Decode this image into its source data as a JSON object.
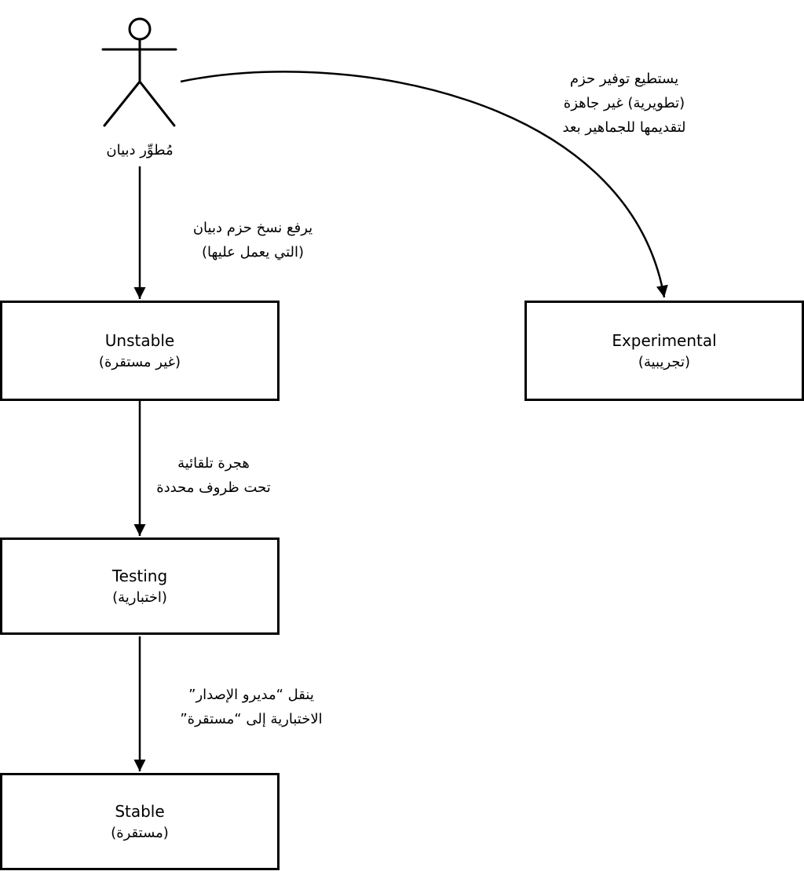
{
  "actor": {
    "label": "مُطوِّر دبيان"
  },
  "nodes": {
    "unstable": {
      "title": "Unstable",
      "subtitle": "(غير مستقرة)"
    },
    "testing": {
      "title": "Testing",
      "subtitle": "(اختبارية)"
    },
    "stable": {
      "title": "Stable",
      "subtitle": "(مستقرة)"
    },
    "experimental": {
      "title": "Experimental",
      "subtitle": "(تجريبية)"
    }
  },
  "edges": {
    "upload": {
      "lines": [
        "يرفع نسخ حزم دبيان",
        "(التي يعمل عليها)"
      ]
    },
    "experimental": {
      "lines": [
        "يستطيع توفير حزم",
        "(تطويرية) غير جاهزة",
        "لتقديمها للجماهير بعد"
      ]
    },
    "migration": {
      "lines": [
        "هجرة تلقائية",
        "تحت ظروف محددة"
      ]
    },
    "release": {
      "lines": [
        "ينقل “مديرو الإصدار”",
        "الاختبارية إلى “مستقرة”"
      ]
    }
  },
  "colors": {
    "stroke": "#000000",
    "background": "#ffffff",
    "text": "#000000"
  }
}
